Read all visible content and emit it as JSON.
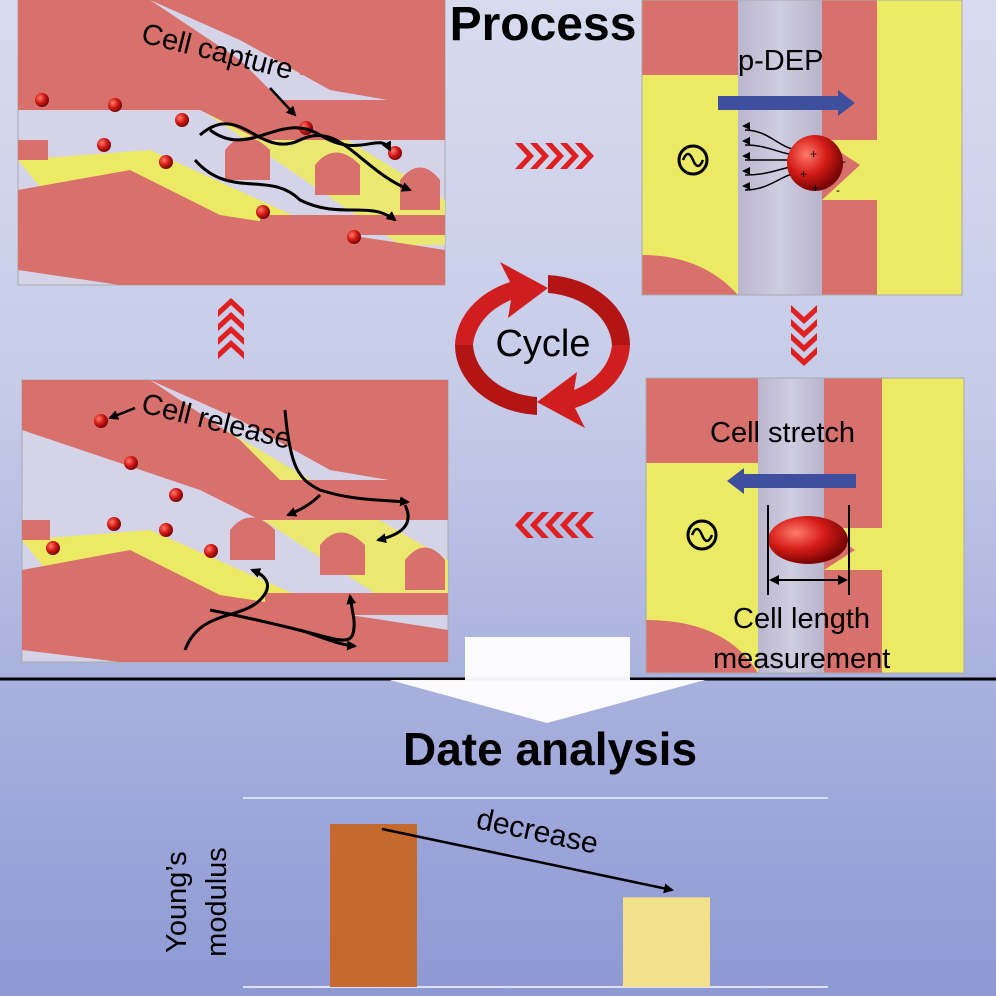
{
  "header": {
    "title": "Process"
  },
  "panels": {
    "capture": {
      "label": "Cell capture"
    },
    "pdep": {
      "label": "p-DEP"
    },
    "stretch": {
      "label": "Cell stretch",
      "measure_line1": "Cell length",
      "measure_line2": "measurement"
    },
    "release": {
      "label": "Cell release"
    }
  },
  "cycle": {
    "label": "Cycle"
  },
  "analysis": {
    "title": "Date analysis",
    "ylabel_line1": "Young’s",
    "ylabel_line2": "modulus",
    "trend_label": "decrease"
  },
  "chart_data": {
    "type": "bar",
    "categories": [
      "",
      ""
    ],
    "series": [
      {
        "name": "",
        "values": [
          1.0,
          0.55
        ]
      }
    ],
    "annotations": [
      "decrease"
    ],
    "ylabel": "Young’s modulus",
    "colors": [
      "#c46a2e",
      "#f3e08a"
    ]
  },
  "colors": {
    "electrode": "#d8706b",
    "gold": "#ece95d",
    "chevron": "#e02020",
    "arrow_blue": "#3f4fa0",
    "cell": "#c81818"
  }
}
